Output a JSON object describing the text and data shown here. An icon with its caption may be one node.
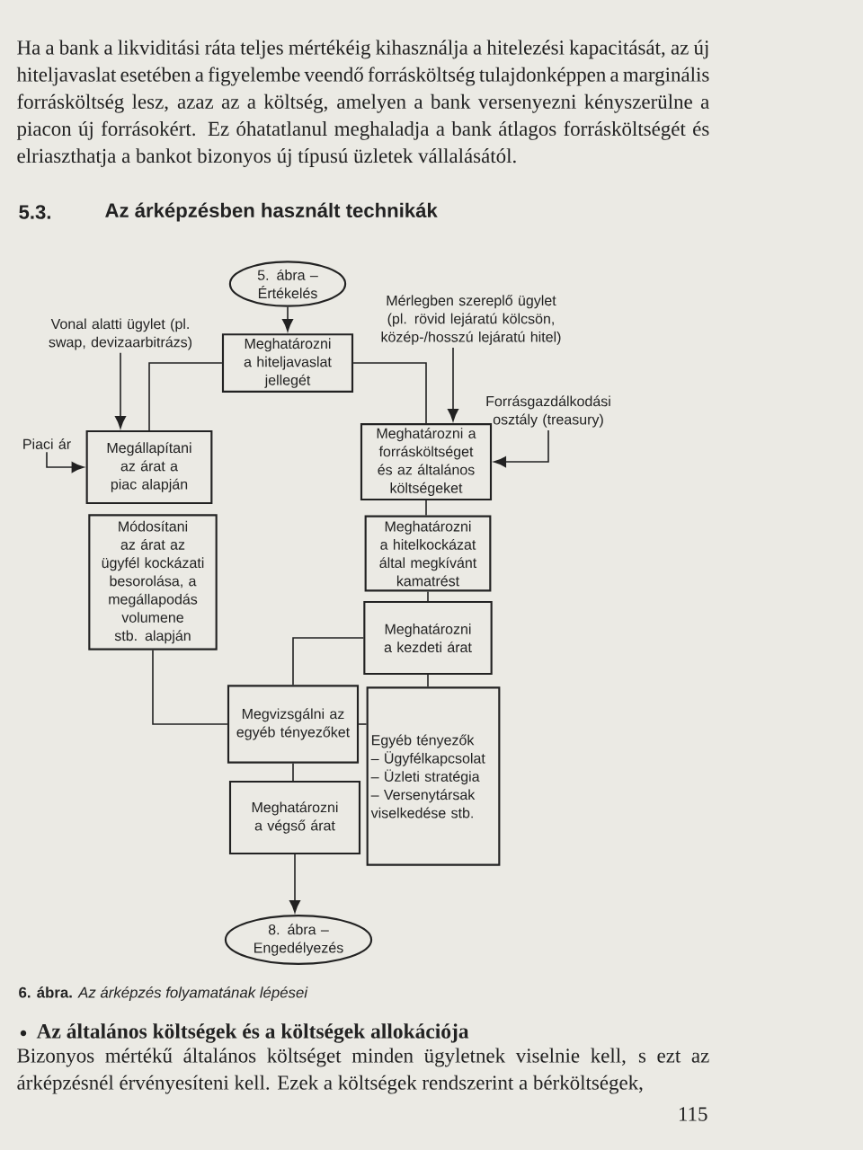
{
  "diagram": {
    "title": "Az árképzésben használt technikák",
    "caption": "**6. ábra.** *Az árképzés folyamatának lépései*",
    "nodes": [
      {
        "text": [
          "5. ábra – Értékelés"
        ]
      },
      {
        "text": [
          "Vonal alatti ügylet (pl. swap, devizaarbitrázs)"
        ]
      },
      {
        "text": [
          "Mérlegben szereplő ügylet (pl. rövid lejáratú kölcsön, közép-/hosszú lejáratú hitel)"
        ]
      },
      {
        "text": [
          "Meghatározni a hiteljavaslat jellegét"
        ]
      },
      {
        "text": [
          "Forrásgazdálkodási osztály (treasury)"
        ]
      },
      {
        "text": [
          "Piaci ár"
        ]
      },
      {
        "text": [
          "Megállapítani az árat a piac alapján"
        ]
      },
      {
        "text": [
          "Meghatározni a forrásköltséget és az általános költségeket"
        ]
      },
      {
        "text": [
          "Módosítani az árat az ügyfél kockázati besorolása, a megállapodás volumene stb. alapján"
        ]
      },
      {
        "text": [
          "Meghatározni a hitelkockázat által megkívánt kamatrést"
        ]
      },
      {
        "text": [
          "Meghatározni a kezdeti árat"
        ]
      },
      {
        "text": [
          "Megvizsgálni az egyéb tényezőket"
        ]
      },
      {
        "text": [
          "Egyéb tényezők",
          "– Ügyfélkapcsolat",
          "– Üzleti stratégia",
          "– Versenytársak viselkedése stb."
        ]
      },
      {
        "text": [
          "Meghatározni a végső árat"
        ]
      },
      {
        "text": [
          "8. ábra – Engedélyezés"
        ]
      }
    ],
    "edges": [
      {
        "from": 0,
        "to": 3,
        "arrow": "to"
      },
      {
        "from": 1,
        "to": 6,
        "arrow": "to"
      },
      {
        "from": 2,
        "to": 7,
        "arrow": "to"
      },
      {
        "from": 3,
        "to": 6,
        "arrow": "none"
      },
      {
        "from": 3,
        "to": 7,
        "arrow": "none"
      },
      {
        "from": 4,
        "to": 7,
        "arrow": "to"
      },
      {
        "from": 5,
        "to": 6,
        "arrow": "to"
      },
      {
        "from": 7,
        "to": 9,
        "arrow": "none"
      },
      {
        "from": 8,
        "to": 11,
        "arrow": "none"
      },
      {
        "from": 9,
        "to": 10,
        "arrow": "none"
      },
      {
        "from": 10,
        "to": 11,
        "arrow": "none"
      },
      {
        "from": 10,
        "to": 12,
        "arrow": "none"
      },
      {
        "from": 11,
        "to": 12,
        "arrow": "none"
      },
      {
        "from": 11,
        "to": 13,
        "arrow": "none"
      },
      {
        "from": 13,
        "to": 14,
        "arrow": "to"
      }
    ],
    "labels": [
      "Ha a bank a likviditási ráta teljes mértékéig kihasználja a hitelezési kapacitását, az új hiteljavaslat esetében a figyelembe veendő forrásköltség tulajdonképpen a marginális forrásköltség lesz, azaz az a költség, amelyen a bank versenyezni kényszerülne a piacon új forrásokért. Ez óhatatlanul meghaladja a bank átlagos forrásköltségét és elriaszthatja a bankot bizonyos új típusú üzletek vállalásától.",
      "5.3.",
      "Az általános költségek és a költségek allokációja",
      "Bizonyos mértékű általános költséget minden ügyletnek viselnie kell, s ezt az árképzésnél érvényesíteni kell. Ezek a költségek rendszerint a bérköltségek,",
      "115"
    ]
  }
}
